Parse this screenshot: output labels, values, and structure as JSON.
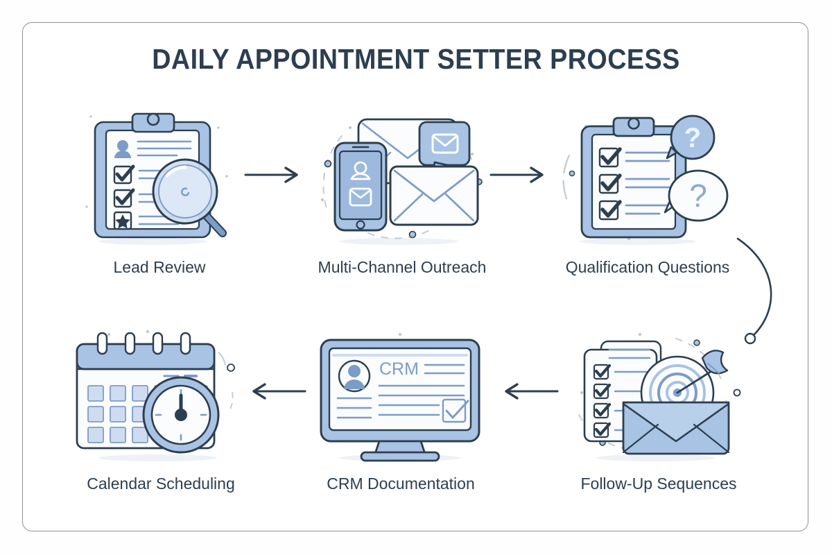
{
  "document": {
    "title": "DAILY APPOINTMENT SETTER PROCESS",
    "type": "process-flow-infographic",
    "frame_border_color": "#8b8f96",
    "background_color": "#ffffff"
  },
  "palette": {
    "outline": "#2c3e50",
    "ink": "#2c3e50",
    "fill_blue": "#a8c3e3",
    "fill_blue_light": "#cfdcf0",
    "fill_blue_pale": "#e4ecf8",
    "paper": "#fbfcfe",
    "line_blue": "#7c9cc8",
    "shadow": "#eceff3"
  },
  "steps": [
    {
      "index": 1,
      "label": "Lead Review",
      "icon": "clipboard-magnifier-icon",
      "row": "top",
      "column": 1
    },
    {
      "index": 2,
      "label": "Multi-Channel Outreach",
      "icon": "phone-envelopes-chat-icon",
      "row": "top",
      "column": 2
    },
    {
      "index": 3,
      "label": "Qualification Questions",
      "icon": "clipboard-question-bubbles-icon",
      "row": "top",
      "column": 3
    },
    {
      "index": 4,
      "label": "Follow-Up Sequences",
      "icon": "envelope-target-dart-icon",
      "row": "bottom",
      "column": 3
    },
    {
      "index": 5,
      "label": "CRM Documentation",
      "icon": "desktop-monitor-crm-icon",
      "row": "bottom",
      "column": 2
    },
    {
      "index": 6,
      "label": "Calendar Scheduling",
      "icon": "calendar-clock-icon",
      "row": "bottom",
      "column": 1
    }
  ],
  "connectors": [
    {
      "id": "arrow-1",
      "from": "Lead Review",
      "to": "Multi-Channel Outreach",
      "direction": "right",
      "shape": "straight-arrow"
    },
    {
      "id": "arrow-2",
      "from": "Multi-Channel Outreach",
      "to": "Qualification Questions",
      "direction": "right",
      "shape": "straight-arrow"
    },
    {
      "id": "connector",
      "from": "Qualification Questions",
      "to": "Follow-Up Sequences",
      "direction": "down",
      "shape": "curved-line-with-dot"
    },
    {
      "id": "arrow-3",
      "from": "Follow-Up Sequences",
      "to": "CRM Documentation",
      "direction": "left",
      "shape": "straight-arrow"
    },
    {
      "id": "arrow-4",
      "from": "CRM Documentation",
      "to": "Calendar Scheduling",
      "direction": "left",
      "shape": "straight-arrow"
    }
  ],
  "screen_text": {
    "crm_label": "CRM"
  }
}
